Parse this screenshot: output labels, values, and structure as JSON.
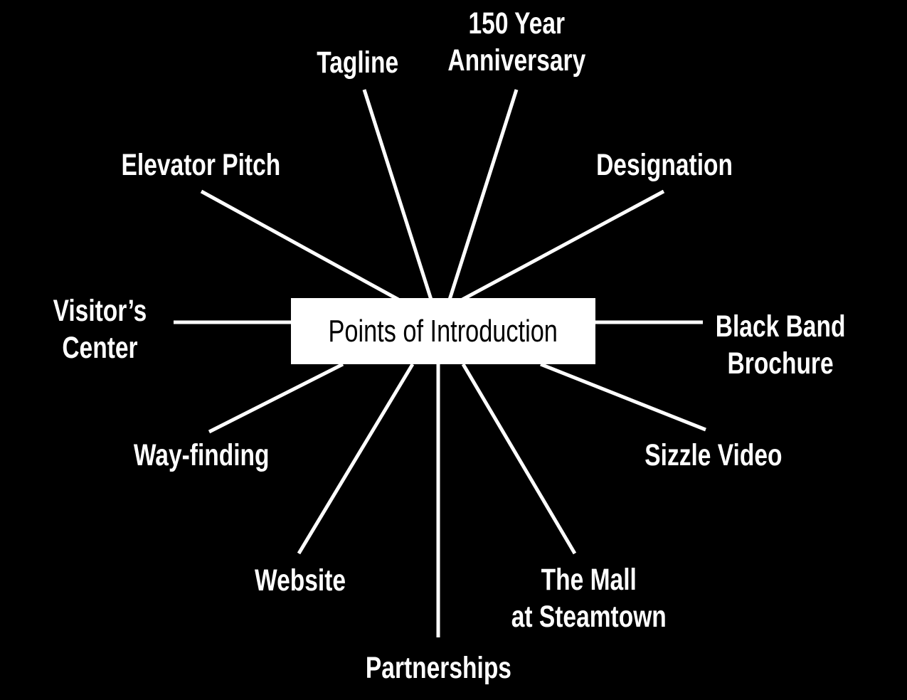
{
  "center": {
    "label": "Points of Introduction"
  },
  "nodes": {
    "tagline": [
      "Tagline"
    ],
    "anniversary": [
      "150 Year",
      "Anniversary"
    ],
    "elevator_pitch": [
      "Elevator Pitch"
    ],
    "designation": [
      "Designation"
    ],
    "visitors_center": [
      "Visitor’s",
      "Center"
    ],
    "black_band_brochure": [
      "Black Band",
      "Brochure"
    ],
    "way_finding": [
      "Way-finding"
    ],
    "sizzle_video": [
      "Sizzle Video"
    ],
    "website": [
      "Website"
    ],
    "mall_at_steamtown": [
      "The Mall",
      "at Steamtown"
    ],
    "partnerships": [
      "Partnerships"
    ]
  },
  "colors": {
    "background": "#000000",
    "foreground": "#ffffff",
    "center_text": "#000000"
  }
}
